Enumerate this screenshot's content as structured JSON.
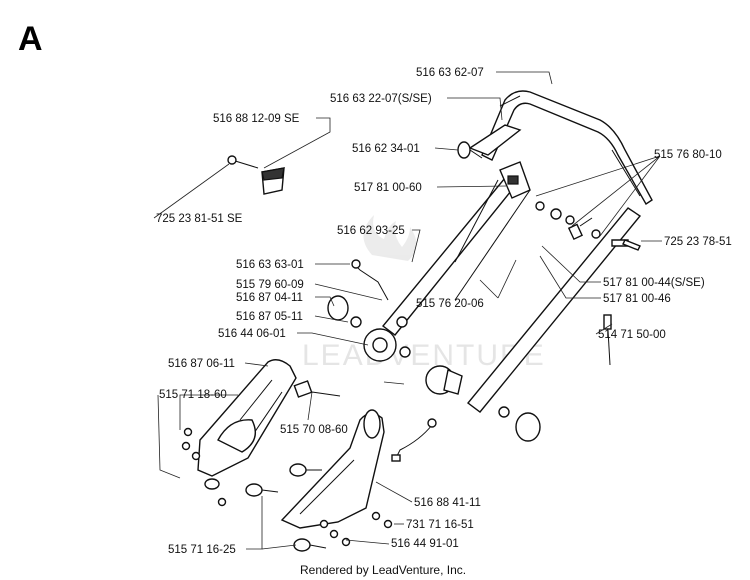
{
  "section_letter": "A",
  "footer": "Rendered by LeadVenture, Inc.",
  "watermark": "LEADVENTURE",
  "parts": {
    "p516636207": "516 63 62-07",
    "p5166322": "516 63 22-07(S/SE)",
    "p516881209": "516 88 12-09 SE",
    "p516623401": "516 62 34-01",
    "p515768010": "515 76 80-10",
    "p517810060": "517 81 00-60",
    "p725238151": "725 23 81-51 SE",
    "p516629325": "516 62 93-25",
    "p725237851": "725 23 78-51",
    "p516636301": "516 63 63-01",
    "p5178100448": "517 81 00-44(S/SE)",
    "p515796009": "515 79 60-09",
    "p517810046": "517 81 00-46",
    "p516870411": "516 87 04-11",
    "p515762006": "515 76 20-06",
    "p516870511": "516 87 05-11",
    "p514715000": "514 71 50-00",
    "p516440601": "516 44 06-01",
    "p516870611": "516 87 06-11",
    "p515711860": "515 71 18-60",
    "p515700860": "515 70 08-60",
    "p516884111": "516 88 41-11",
    "p731711651": "731 71 16-51",
    "p516449101": "516 44 91-01",
    "p515711625": "515 71 16-25"
  }
}
